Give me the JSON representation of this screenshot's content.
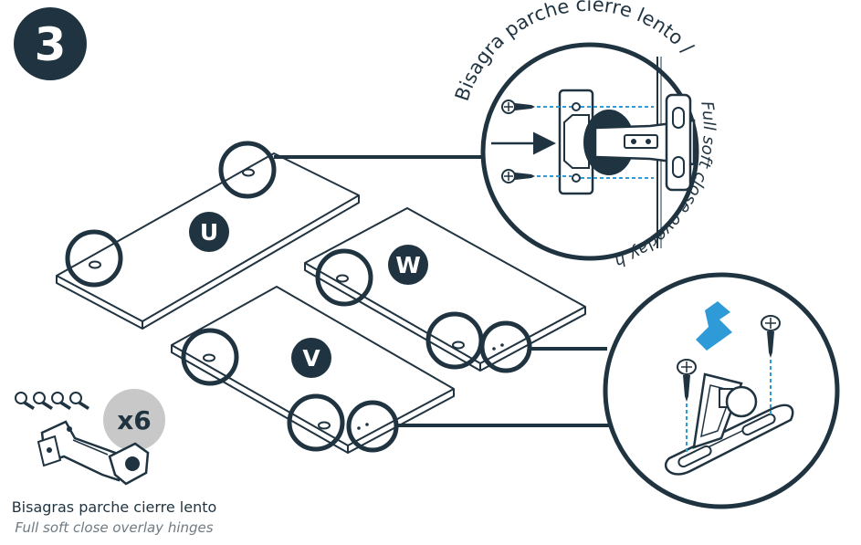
{
  "step": {
    "number": "3"
  },
  "panels": [
    {
      "letter": "U"
    },
    {
      "letter": "W"
    },
    {
      "letter": "V"
    }
  ],
  "hinge_detail": {
    "label_es": "Bisagra parche cierre lento",
    "separator": " / ",
    "label_en": "Full soft close overlay hinges"
  },
  "kit": {
    "quantity": "x6",
    "caption_es": "Bisagras parche cierre lento",
    "caption_en": "Full soft close overlay hinges"
  },
  "colors": {
    "ink": "#1f3340",
    "accent": "#2f9ad8",
    "badge": "#c8c8c8",
    "panel_fill": "#ffffff"
  }
}
